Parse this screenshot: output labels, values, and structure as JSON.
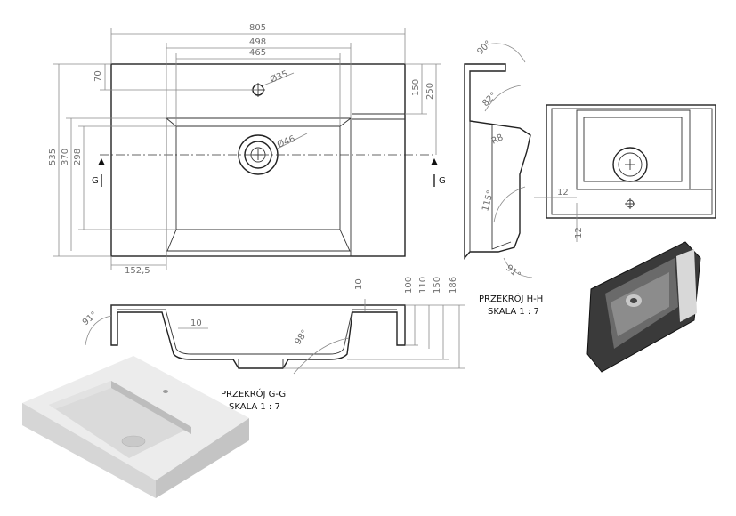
{
  "top_view": {
    "dims": {
      "overall_width": "805",
      "bowl_outer_width": "498",
      "bowl_inner_width": "465",
      "tap_hole_diameter": "Ø35",
      "drain_diameter": "Ø46",
      "tap_offset": "70",
      "depth_overall": "535",
      "depth_bowl": "370",
      "depth_inner": "298",
      "top_ledge": "150",
      "deck_depth": "250",
      "left_offset": "152,5"
    },
    "section_marks": [
      "G",
      "G"
    ]
  },
  "section_gg": {
    "title": "PRZEKRÓJ G-G",
    "scale": "SKALA 1 : 7",
    "dims": {
      "rim_thickness": "10",
      "wall_thickness": "10",
      "h100": "100",
      "h110": "110",
      "h150": "150",
      "h186": "186",
      "angle_left": "91°",
      "angle_bowl": "98°"
    }
  },
  "section_hh": {
    "title": "PRZEKRÓJ H-H",
    "scale": "SKALA 1 : 7",
    "dims": {
      "angle_top": "90°",
      "angle_82": "82°",
      "radius": "R8",
      "angle_115": "115°",
      "angle_bottom": "91°"
    }
  },
  "detail_view": {
    "dims": {
      "offset_a": "12",
      "offset_b": "12"
    }
  }
}
